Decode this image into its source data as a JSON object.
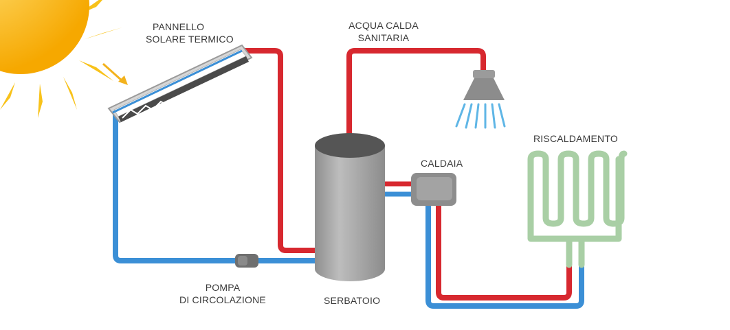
{
  "labels": {
    "panel_line1": "PANNELLO",
    "panel_line2": "SOLARE TERMICO",
    "hotwater_line1": "ACQUA CALDA",
    "hotwater_line2": "SANITARIA",
    "heating": "RISCALDAMENTO",
    "boiler": "CALDAIA",
    "pump_line1": "POMPA",
    "pump_line2": "DI CIRCOLAZIONE",
    "tank": "SERBATOIO"
  },
  "colors": {
    "hot_pipe": "#d7282f",
    "cold_pipe": "#3b8fd6",
    "tank_gray": "#a8a8a8",
    "heating_green": "#a9cfa5",
    "sun": "#f7b500"
  },
  "icons": [
    "sun-icon",
    "shower-head-icon",
    "pump-icon",
    "boiler-icon",
    "tank-icon",
    "radiator-icon",
    "solar-panel-icon"
  ]
}
